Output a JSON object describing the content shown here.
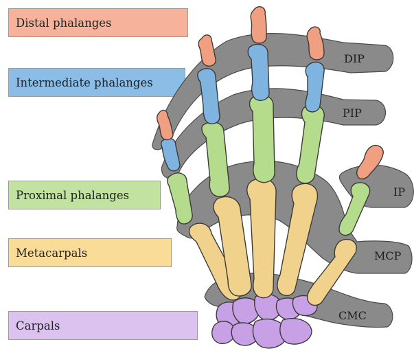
{
  "legend": {
    "distal": "Distal phalanges",
    "intermediate": "Intermediate phalanges",
    "proximal": "Proximal phalanges",
    "metacarpals": "Metacarpals",
    "carpals": "Carpals"
  },
  "joints": {
    "dip": "DIP",
    "pip": "PIP",
    "ip": "IP",
    "mcp": "MCP",
    "cmc": "CMC"
  },
  "colors": {
    "distal": "#f0a080",
    "intermediate": "#80b4e0",
    "proximal": "#b4dc8c",
    "metacarpals": "#f0d28c",
    "carpals": "#c8a0e6",
    "joint_band": "#8a8a8a"
  }
}
